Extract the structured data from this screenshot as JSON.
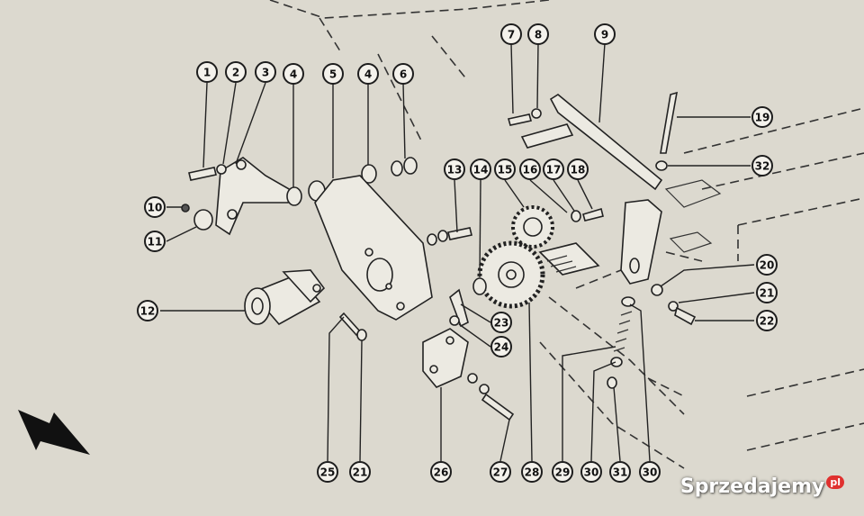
{
  "diagram": {
    "callouts": [
      {
        "id": "c1",
        "label": "1"
      },
      {
        "id": "c2",
        "label": "2"
      },
      {
        "id": "c3",
        "label": "3"
      },
      {
        "id": "c4a",
        "label": "4"
      },
      {
        "id": "c5",
        "label": "5"
      },
      {
        "id": "c4b",
        "label": "4"
      },
      {
        "id": "c6",
        "label": "6"
      },
      {
        "id": "c7",
        "label": "7"
      },
      {
        "id": "c8",
        "label": "8"
      },
      {
        "id": "c9",
        "label": "9"
      },
      {
        "id": "c19",
        "label": "19"
      },
      {
        "id": "c32",
        "label": "32"
      },
      {
        "id": "c10",
        "label": "10"
      },
      {
        "id": "c11",
        "label": "11"
      },
      {
        "id": "c12",
        "label": "12"
      },
      {
        "id": "c13",
        "label": "13"
      },
      {
        "id": "c14",
        "label": "14"
      },
      {
        "id": "c15",
        "label": "15"
      },
      {
        "id": "c16",
        "label": "16"
      },
      {
        "id": "c17",
        "label": "17"
      },
      {
        "id": "c18",
        "label": "18"
      },
      {
        "id": "c20",
        "label": "20"
      },
      {
        "id": "c21a",
        "label": "21"
      },
      {
        "id": "c22",
        "label": "22"
      },
      {
        "id": "c23",
        "label": "23"
      },
      {
        "id": "c24",
        "label": "24"
      },
      {
        "id": "c25",
        "label": "25"
      },
      {
        "id": "c21b",
        "label": "21"
      },
      {
        "id": "c26",
        "label": "26"
      },
      {
        "id": "c27",
        "label": "27"
      },
      {
        "id": "c28",
        "label": "28"
      },
      {
        "id": "c29",
        "label": "29"
      },
      {
        "id": "c30a",
        "label": "30"
      },
      {
        "id": "c31",
        "label": "31"
      },
      {
        "id": "c30b",
        "label": "30"
      }
    ]
  },
  "watermark": {
    "text": "Sprzedajemy",
    "suffix": "pl"
  }
}
